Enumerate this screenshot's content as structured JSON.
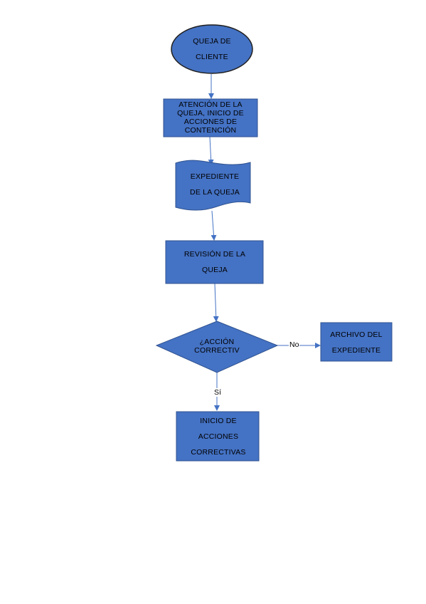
{
  "diagram": {
    "nodes": {
      "start": {
        "label": "QUEJA DE CLIENTE",
        "shape": "ellipse"
      },
      "attention": {
        "label": "ATENCIÓN DE LA QUEJA, INICIO DE ACCIONES DE CONTENCIÓN",
        "shape": "rectangle"
      },
      "record": {
        "label": "EXPEDIENTE DE LA QUEJA",
        "shape": "document"
      },
      "review": {
        "label": "REVISIÓN DE LA QUEJA",
        "shape": "rectangle"
      },
      "decision": {
        "label": "¿ACCIÓN CORRECTIV",
        "shape": "diamond"
      },
      "archive": {
        "label": "ARCHIVO DEL EXPEDIENTE",
        "shape": "rectangle"
      },
      "corrective": {
        "label": "INICIO DE ACCIONES CORRECTIVAS",
        "shape": "rectangle"
      }
    },
    "edges": [
      {
        "from": "start",
        "to": "attention",
        "label": ""
      },
      {
        "from": "attention",
        "to": "record",
        "label": ""
      },
      {
        "from": "record",
        "to": "review",
        "label": ""
      },
      {
        "from": "review",
        "to": "decision",
        "label": ""
      },
      {
        "from": "decision",
        "to": "archive",
        "label": "No"
      },
      {
        "from": "decision",
        "to": "corrective",
        "label": "Sí"
      }
    ],
    "colors": {
      "shape_fill": "#4472C4",
      "shape_border": "#2F528F",
      "connector": "#4472C4",
      "text": "#000000"
    }
  }
}
